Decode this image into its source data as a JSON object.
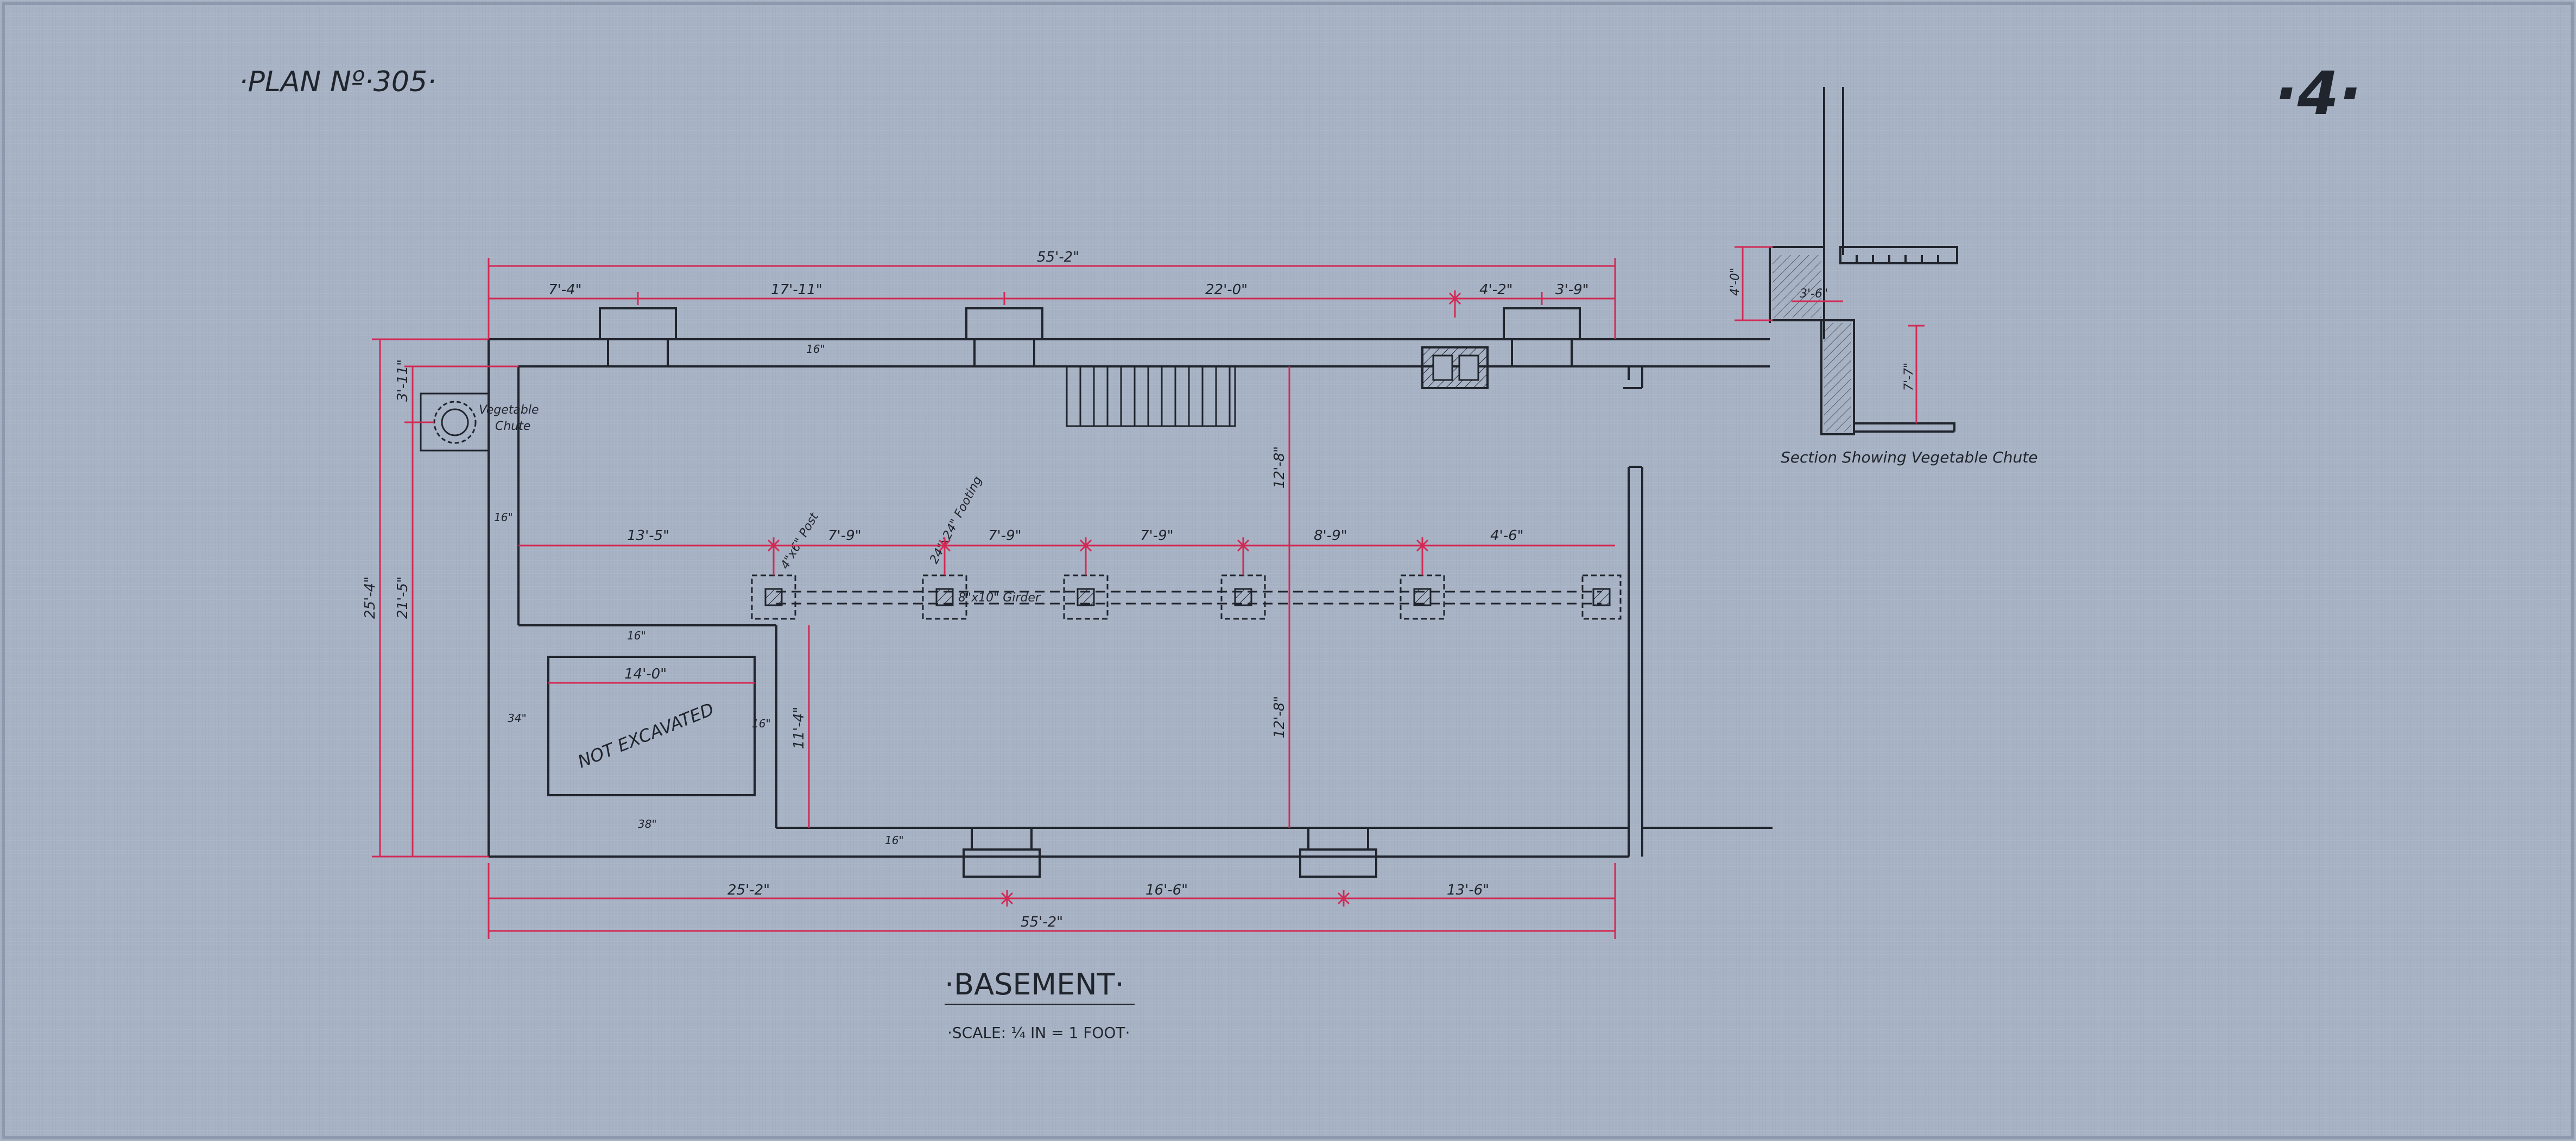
{
  "sheet": {
    "plan_no": "·PLAN Nº·305·",
    "sheet_no": "·4·"
  },
  "colors": {
    "paper": "#a7b2c4",
    "ink": "#20242c",
    "dimension": "#d12a55"
  },
  "plan": {
    "title": "·BASEMENT·",
    "scale": "·SCALE: ¼ IN = 1 FOOT·",
    "labels": {
      "not_excavated": "NOT EXCAVATED",
      "vegetable_chute_1": "Vegetable",
      "vegetable_chute_2": "Chute",
      "post": "4\"x6\" Post",
      "girder": "8\"x10\" Girder",
      "footing": "24\"x24\" Footing"
    },
    "dims": {
      "overall_top": "55'-2\"",
      "overall_bottom": "55'-2\"",
      "top_a": "7'-4\"",
      "top_b": "17'-11\"",
      "top_c": "22'-0\"",
      "top_d": "4'-2\"",
      "top_e": "3'-9\"",
      "bottom_a": "25'-2\"",
      "bottom_b": "16'-6\"",
      "bottom_c": "13'-6\"",
      "girder_a": "13'-5\"",
      "girder_b": "7'-9\"",
      "girder_c": "7'-9\"",
      "girder_d": "7'-9\"",
      "girder_e": "8'-9\"",
      "girder_f": "4'-6\"",
      "left_outer": "25'-4\"",
      "left_inner": "21'-5\"",
      "left_small": "3'-11\"",
      "height_upper": "12'-8\"",
      "height_lower": "12'-8\"",
      "notch_height": "11'-4\"",
      "notch_width": "14'-0\"",
      "wall_top": "16\"",
      "wall_left": "16\"",
      "wall_mid": "16\"",
      "wall_notch": "16\"",
      "wall_bottom": "16\"",
      "wall_thick_a": "34\"",
      "wall_thick_b": "38\""
    }
  },
  "section": {
    "caption": "Section Showing Vegetable Chute",
    "dims": {
      "upper": "4'-0\"",
      "width": "3'-6\"",
      "lower": "7'-7\""
    }
  }
}
